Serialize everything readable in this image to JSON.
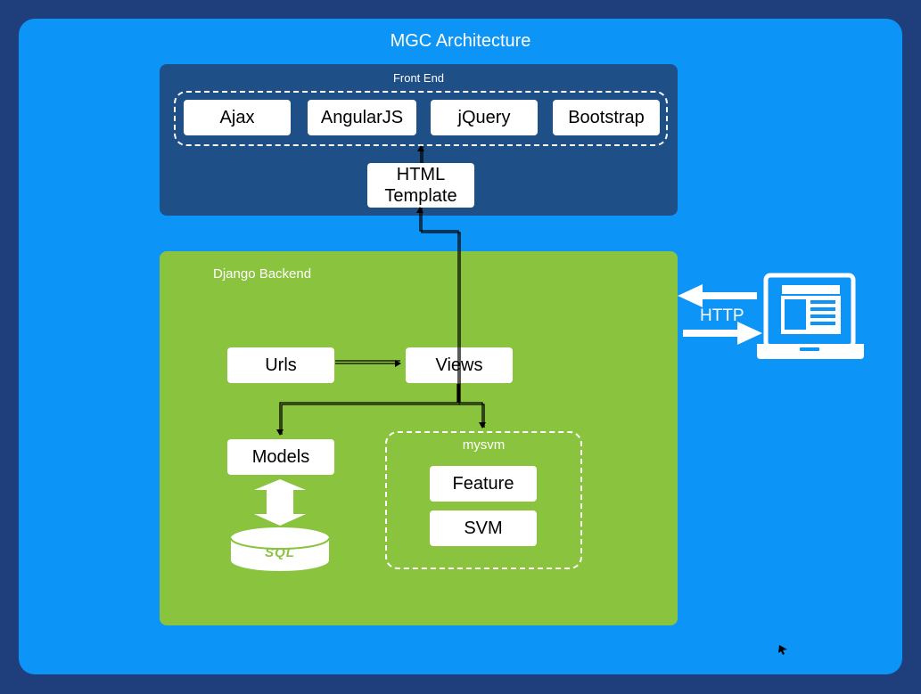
{
  "title": "MGC Architecture",
  "frontend": {
    "label": "Front End",
    "libraries": [
      "Ajax",
      "AngularJS",
      "jQuery",
      "Bootstrap"
    ],
    "template_label": "HTML Template"
  },
  "backend": {
    "label": "Django Backend",
    "urls_label": "Urls",
    "views_label": "Views",
    "models_label": "Models",
    "database_label": "SQL",
    "mysvm": {
      "label": "mysvm",
      "items": [
        "Feature",
        "SVM"
      ]
    }
  },
  "client": {
    "protocol_label": "HTTP",
    "icon": "laptop-browser-icon"
  },
  "colors": {
    "page_background": "#1e3f7c",
    "canvas": "#0d94f7",
    "frontend_panel": "#1e4f86",
    "backend_panel": "#8ac43e",
    "node": "#ffffff"
  }
}
